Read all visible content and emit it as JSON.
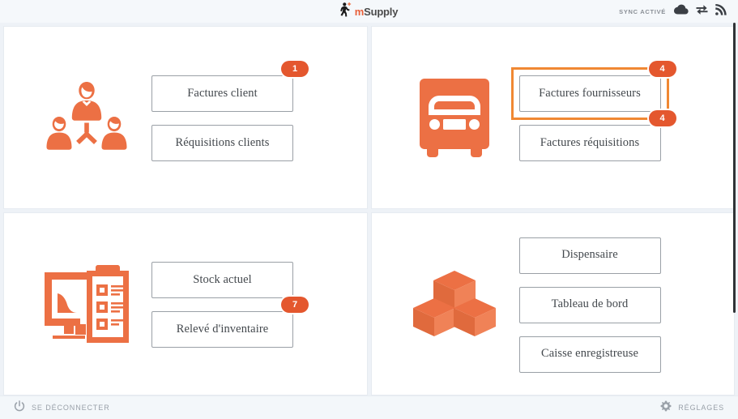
{
  "header": {
    "logo_m": "m",
    "logo_rest": "Supply",
    "logo_icon": "running-man-logo",
    "sync_label": "SYNC ACTIVÉ",
    "icons": [
      "cloud-icon",
      "sync-exchange-icon",
      "signal-icon"
    ]
  },
  "panels": [
    {
      "id": "customers",
      "icon": "customers-group-icon",
      "buttons": [
        {
          "label": "Factures client",
          "badge": "1",
          "focused": false
        },
        {
          "label": "Réquisitions clients",
          "badge": null,
          "focused": false
        }
      ]
    },
    {
      "id": "suppliers",
      "icon": "delivery-truck-icon",
      "buttons": [
        {
          "label": "Factures fournisseurs",
          "badge": "4",
          "focused": true
        },
        {
          "label": "Factures réquisitions",
          "badge": "4",
          "focused": false
        }
      ]
    },
    {
      "id": "stock",
      "icon": "monitor-clipboard-icon",
      "buttons": [
        {
          "label": "Stock actuel",
          "badge": null,
          "focused": false
        },
        {
          "label": "Relevé d'inventaire",
          "badge": "7",
          "focused": false
        }
      ]
    },
    {
      "id": "dispensary",
      "icon": "stacked-boxes-icon",
      "buttons": [
        {
          "label": "Dispensaire",
          "badge": null,
          "focused": false
        },
        {
          "label": "Tableau de bord",
          "badge": null,
          "focused": false
        },
        {
          "label": "Caisse enregistreuse",
          "badge": null,
          "focused": false
        }
      ]
    }
  ],
  "footer": {
    "logout_label": "SE DÉCONNECTER",
    "logout_icon": "power-icon",
    "settings_label": "RÉGLAGES",
    "settings_icon": "gear-icon"
  },
  "colors": {
    "accent": "#e8603a",
    "badge": "#e4572e",
    "focus_outline": "#f08833",
    "icon_orange": "#ec7044",
    "page_bg": "#eef2f7"
  }
}
